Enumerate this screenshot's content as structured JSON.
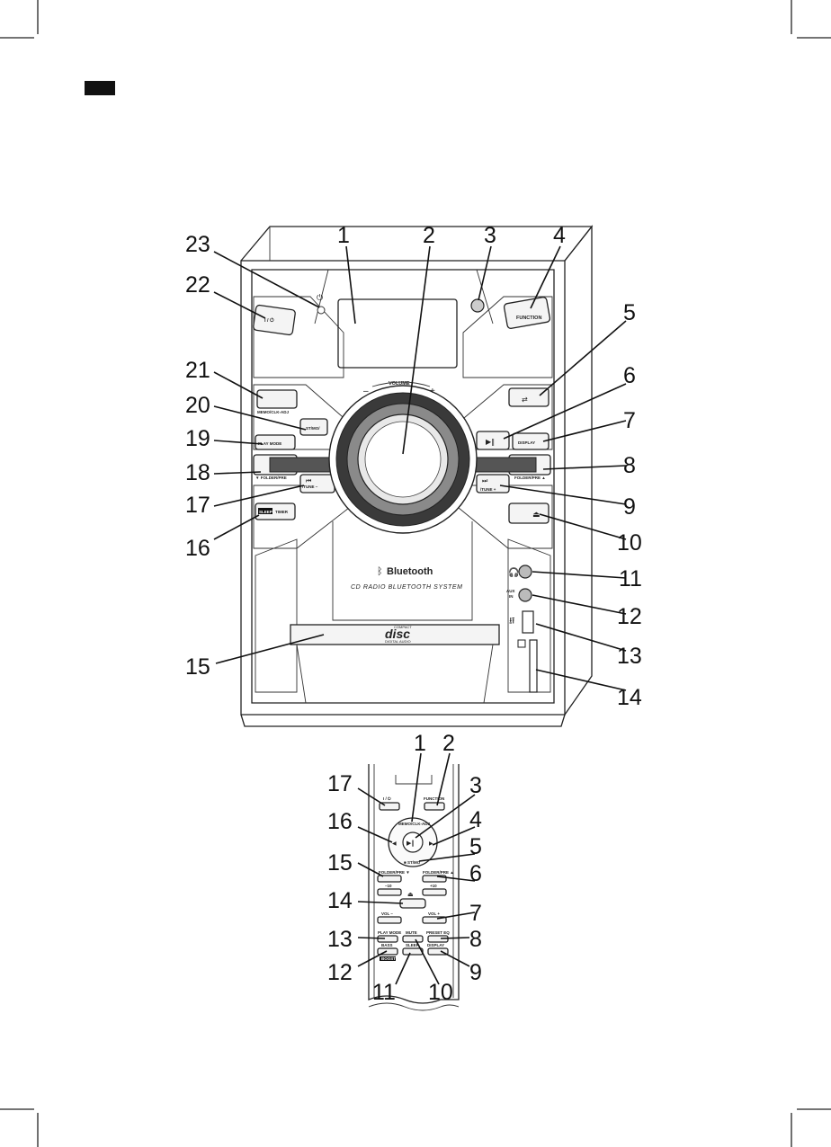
{
  "labels": {
    "main": [
      "1",
      "2",
      "3",
      "4",
      "5",
      "6",
      "7",
      "8",
      "9",
      "10",
      "11",
      "12",
      "13",
      "14",
      "15",
      "16",
      "17",
      "18",
      "19",
      "20",
      "21",
      "22",
      "23"
    ],
    "remote": [
      "1",
      "2",
      "3",
      "4",
      "5",
      "6",
      "7",
      "8",
      "9",
      "10",
      "11",
      "12",
      "13",
      "14",
      "15",
      "16",
      "17"
    ]
  },
  "device": {
    "volume": "VOLUME",
    "minus": "–",
    "plus": "+",
    "function": "FUNCTION",
    "power": "I / ⏻",
    "memo": "MEMO/CLK-ADJ",
    "stmo": "ST/MO/",
    "playmode": "PLAY MODE",
    "folder_minus": "▼ FOLDER/PRE",
    "tune_minus": "/TUNE –",
    "timer": "TIMER",
    "sleep_badge": "SLEEP",
    "display": "DISPLAY",
    "folder_plus": "FOLDER/PRE ▲",
    "tune_plus": "/TUNE +",
    "bluetooth": "Bluetooth",
    "cd_system": "CD RADIO BLUETOOTH SYSTEM",
    "aux": "AUX",
    "aux_in": "IN",
    "cd_logo": "disc",
    "cd_top": "COMPACT",
    "cd_bottom": "DIGITAL AUDIO"
  },
  "remote": {
    "power": "I / ⏻",
    "function": "FUNCTION",
    "memo": "MEMO/CLK-ADJ",
    "stmo": "■ ST/MO",
    "folder_minus": "FOLDER/PRE ▼",
    "folder_plus": "FOLDER/PRE ▲",
    "minus10": "–10",
    "plus10": "+10",
    "vol_minus": "VOL –",
    "vol_plus": "VOL +",
    "play_mode": "PLAY MODE",
    "mute": "MUTE",
    "preset_eq": "PRESET EQ",
    "bass": "BASS",
    "sleep": "SLEEP",
    "display": "DISPLAY",
    "bass_badge": "BOOST"
  }
}
